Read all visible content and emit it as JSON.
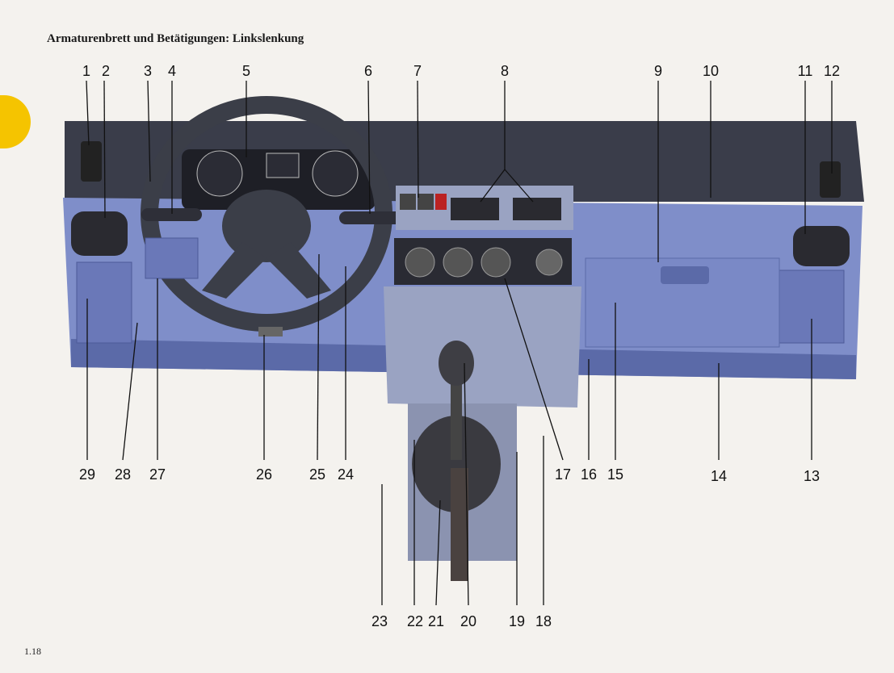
{
  "page": {
    "title": "Armaturenbrett und Betätigungen: Linkslenkung",
    "page_number": "1.18"
  },
  "callouts_top": [
    "1",
    "2",
    "3",
    "4",
    "5",
    "6",
    "7",
    "8",
    "9",
    "10",
    "11",
    "12"
  ],
  "callouts_bottom_row1": [
    "29",
    "28",
    "27",
    "26",
    "25",
    "24",
    "17",
    "16",
    "15",
    "14",
    "13"
  ],
  "callouts_bottom_row2": [
    "23",
    "22",
    "21",
    "20",
    "19",
    "18"
  ],
  "colors": {
    "dashboard": "#7f8ec9",
    "dashboard_dark": "#5b6aa8",
    "console": "#9aa3c2",
    "tab": "#f5c400"
  }
}
